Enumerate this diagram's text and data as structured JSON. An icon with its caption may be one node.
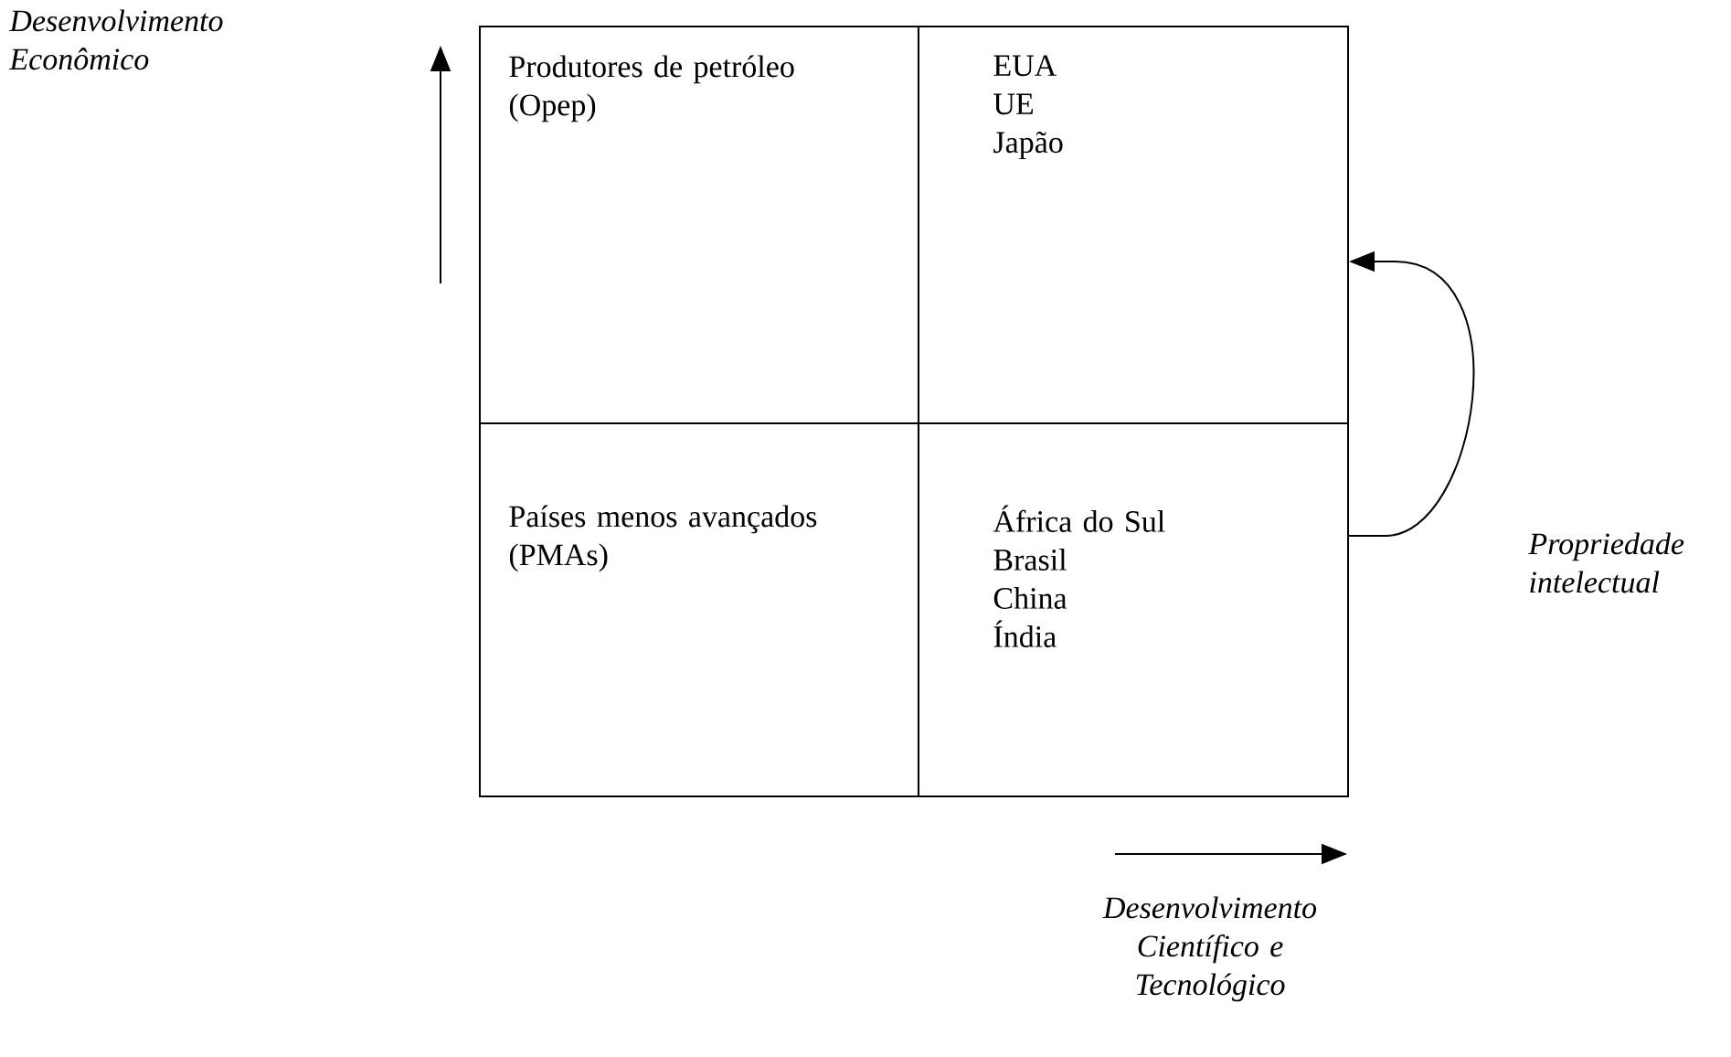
{
  "diagram": {
    "nodes": [
      {
        "text": [
          "Produtores de petróleo (Opep)"
        ]
      },
      {
        "text": [
          "EUA",
          "UE",
          "Japão"
        ]
      },
      {
        "text": [
          "Países menos avançados (PMAs)"
        ]
      },
      {
        "text": [
          "África do Sul",
          "Brasil",
          "China",
          "Índia"
        ]
      }
    ],
    "edges": [
      {
        "from": 3,
        "to": 1,
        "arrow": "to",
        "label": "Propriedade intelectual"
      }
    ],
    "labels": [
      "Desenvolvimento Econômico",
      "Desenvolvimento Científico e Tecnológico"
    ]
  }
}
